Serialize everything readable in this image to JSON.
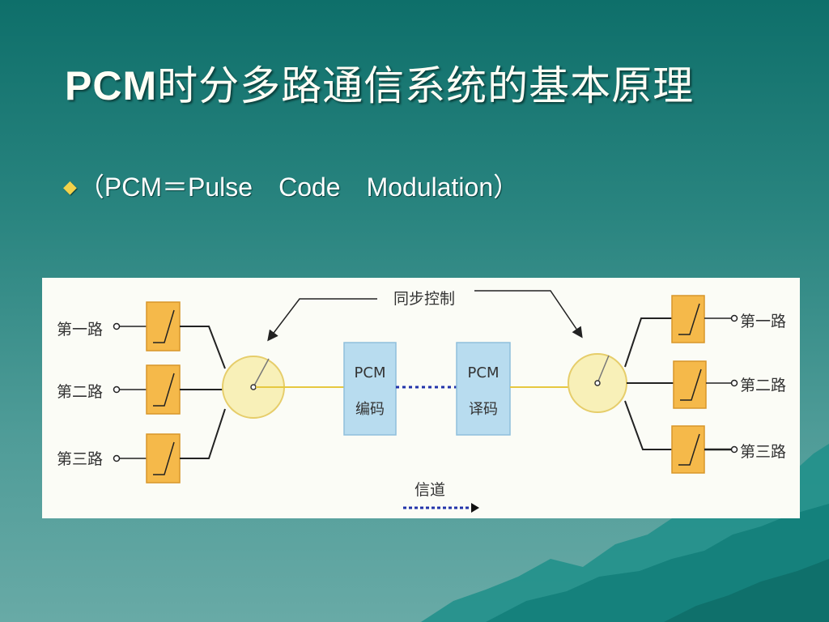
{
  "slide": {
    "title_prefix": "PCM",
    "title_rest": "时分多路通信系统的基本原理",
    "bullet_text": "（PCM＝Pulse　Code　Modulation）"
  },
  "diagram": {
    "sync_label": "同步控制",
    "channel_label": "信道",
    "encoder": {
      "line1": "PCM",
      "line2": "编码"
    },
    "decoder": {
      "line1": "PCM",
      "line2": "译码"
    },
    "inputs": [
      "第一路",
      "第二路",
      "第三路"
    ],
    "outputs": [
      "第一路",
      "第二路",
      "第三路"
    ]
  },
  "colors": {
    "background_top": "#0e6f6a",
    "background_bottom": "#68aaa6",
    "bullet": "#f2d24b",
    "filter_box": "#f5b94a",
    "switch_disc": "#f8f0b8",
    "codec_box": "#b8dcef",
    "channel_dots": "#2233aa"
  }
}
